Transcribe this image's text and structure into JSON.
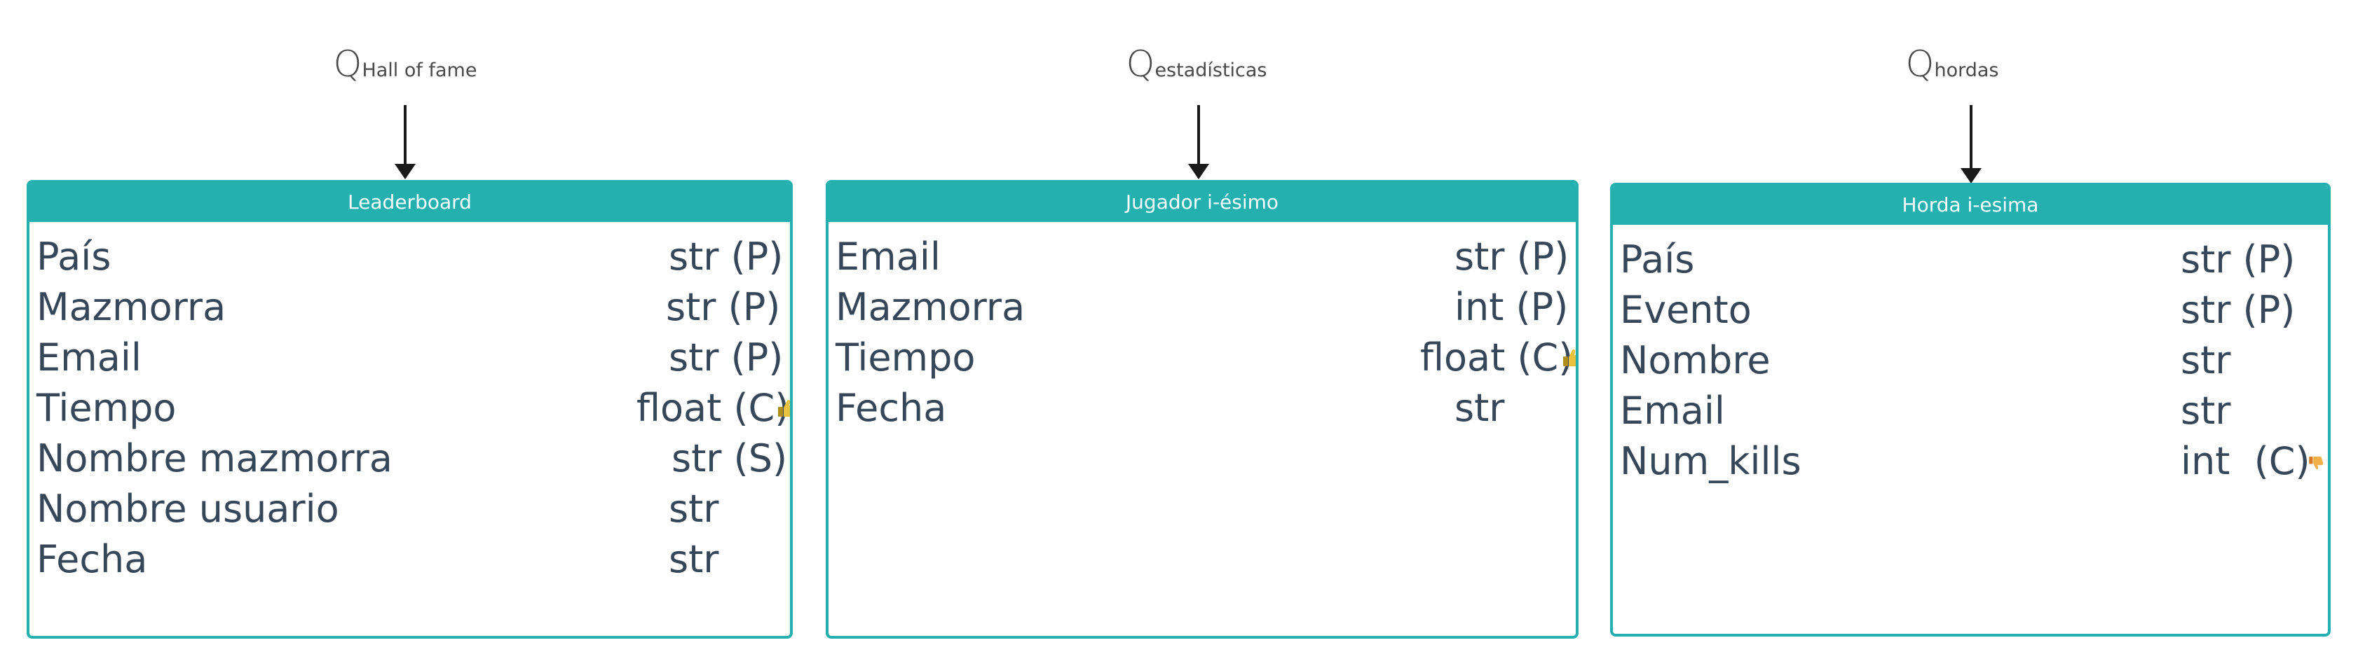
{
  "queries": [
    {
      "q": "Q",
      "sub": "Hall of fame"
    },
    {
      "q": "Q",
      "sub": "estadísticas"
    },
    {
      "q": "Q",
      "sub": "hordas"
    }
  ],
  "entities": [
    {
      "title": "Leaderboard",
      "fields": [
        {
          "name": "País",
          "type": "str (P)"
        },
        {
          "name": "Mazmorra",
          "type": "str (P)"
        },
        {
          "name": "Email",
          "type": "str (P)"
        },
        {
          "name": "Tiempo",
          "type": "float (C)",
          "icon": "thumbs-up-icon"
        },
        {
          "name": "Nombre mazmorra",
          "type": "str (S)"
        },
        {
          "name": "Nombre usuario",
          "type": "str"
        },
        {
          "name": "Fecha",
          "type": "str"
        }
      ]
    },
    {
      "title": "Jugador i-ésimo",
      "fields": [
        {
          "name": "Email",
          "type": "str (P)"
        },
        {
          "name": "Mazmorra",
          "type": "int (P)"
        },
        {
          "name": "Tiempo",
          "type": "float (C)",
          "icon": "thumbs-up-icon"
        },
        {
          "name": "Fecha",
          "type": "str"
        }
      ]
    },
    {
      "title": "Horda i-esima",
      "fields": [
        {
          "name": "País",
          "type": "str (P)"
        },
        {
          "name": "Evento",
          "type": "str (P)"
        },
        {
          "name": "Nombre",
          "type": "str"
        },
        {
          "name": "Email",
          "type": "str"
        },
        {
          "name": "Num_kills",
          "type": "int  (C)",
          "icon": "thumbs-down-icon"
        }
      ]
    }
  ],
  "colors": {
    "header": "#24b0ae",
    "text": "#36475a",
    "arrow": "#1a1a1a"
  }
}
